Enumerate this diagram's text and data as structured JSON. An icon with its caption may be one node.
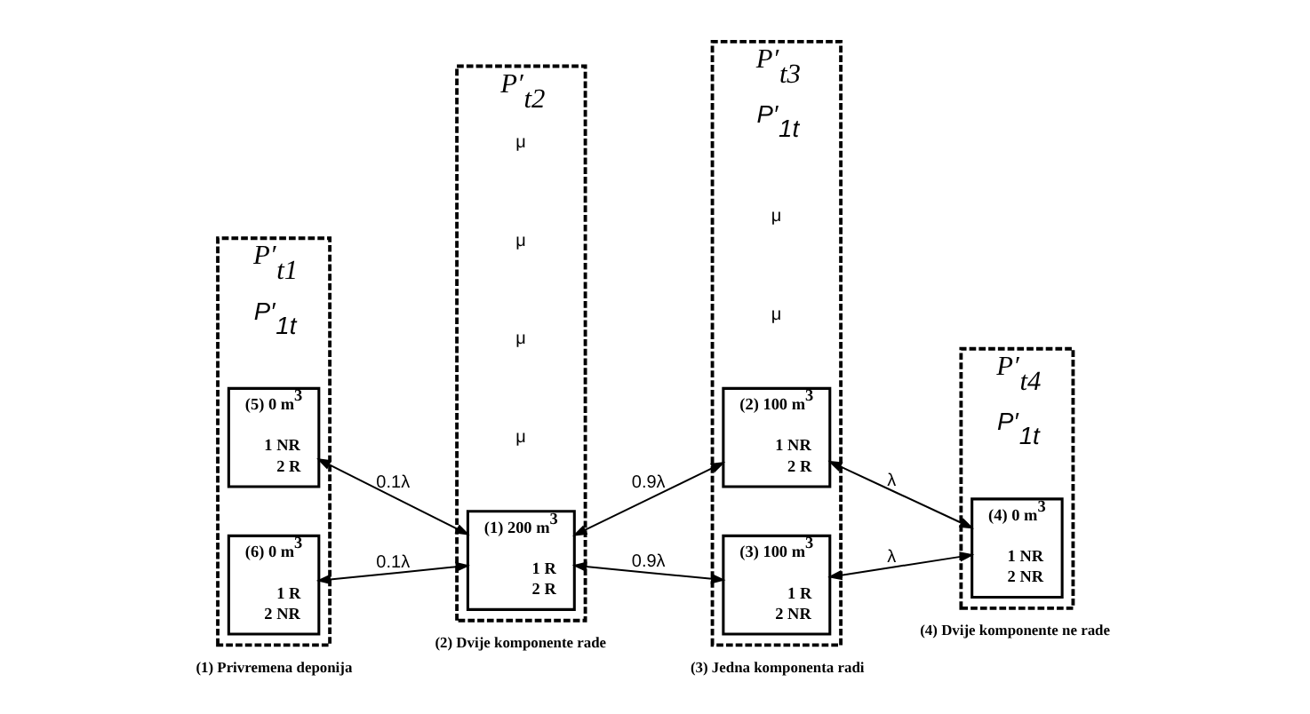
{
  "diagram": {
    "nodes": [
      {
        "text": [
          "P′$_{t1}$"
        ],
        "beside": [
          "(1) Privremena deponija"
        ]
      },
      {
        "text": [
          "(5) 0 m$^{3}$",
          "1 NR",
          "2 R"
        ],
        "in": 0
      },
      {
        "text": [
          "(6) 0 m$^{3}$",
          "1 R",
          "2 NR"
        ],
        "in": 0
      },
      {
        "text": [
          "P′$_{t2}$"
        ],
        "beside": [
          "(2) Dvije komponente rade"
        ]
      },
      {
        "text": [
          "(1) 200 m$^{3}$",
          "1 R",
          "2 R"
        ],
        "in": 3
      },
      {
        "text": [
          "P′$_{t3}$"
        ],
        "beside": [
          "(3) Jedna komponenta radi"
        ]
      },
      {
        "text": [
          "(2) 100 m$^{3}$",
          "1 NR",
          "2 R"
        ],
        "in": 5
      },
      {
        "text": [
          "(3) 100 m$^{3}$",
          "1 R",
          "2 NR"
        ],
        "in": 5
      },
      {
        "text": [
          "P′$_{t4}$"
        ],
        "beside": [
          "(4) Dvije komponente ne rade"
        ]
      },
      {
        "text": [
          "(4) 0 m$^{3}$",
          "1 NR",
          "2 NR"
        ],
        "in": 8
      }
    ],
    "edges": [
      {
        "from": 1,
        "to": 4,
        "arrow": "both",
        "label": "0.1λ"
      },
      {
        "from": 2,
        "to": 4,
        "arrow": "both",
        "label": "0.1λ"
      },
      {
        "from": 4,
        "to": 6,
        "arrow": "both",
        "label": "0.9λ"
      },
      {
        "from": 4,
        "to": 7,
        "arrow": "both",
        "label": "0.9λ"
      },
      {
        "from": 6,
        "to": 9,
        "arrow": "both",
        "label": "λ"
      },
      {
        "from": 7,
        "to": 9,
        "arrow": "both",
        "label": "λ"
      }
    ],
    "labels": [
      "P′$_{1t}$",
      "μ",
      "μ",
      "P′$_{1t}$",
      "μ",
      "P′$_{1t}$",
      "μ",
      "μ",
      "μ"
    ]
  }
}
